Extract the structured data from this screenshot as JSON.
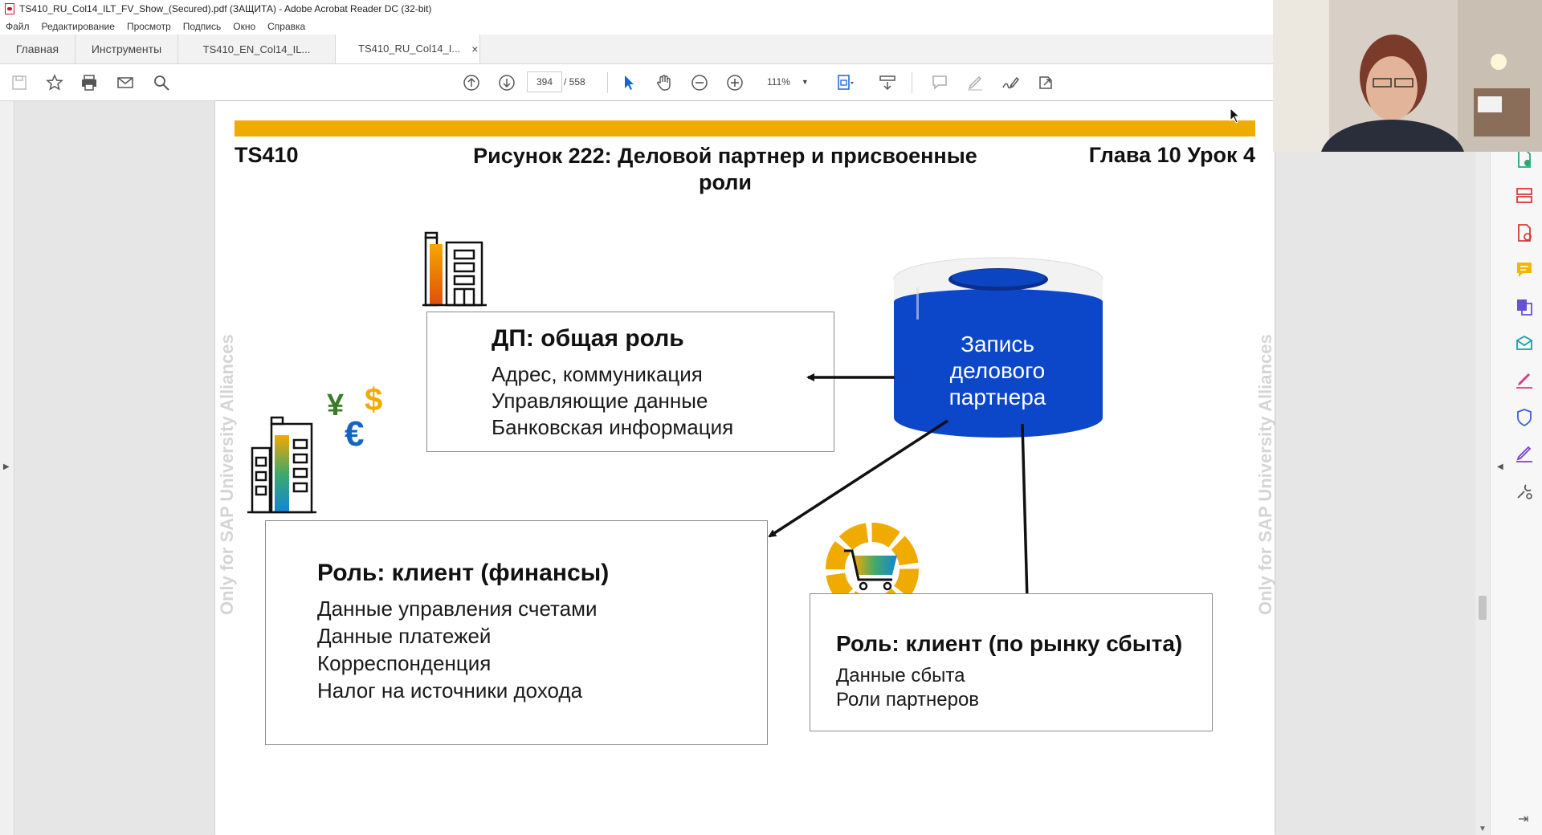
{
  "window": {
    "title": "TS410_RU_Col14_ILT_FV_Show_(Secured).pdf (ЗАЩИТА) - Adobe Acrobat Reader DC (32-bit)"
  },
  "menu": [
    "Файл",
    "Редактирование",
    "Просмотр",
    "Подпись",
    "Окно",
    "Справка"
  ],
  "tabs": [
    {
      "label": "Главная"
    },
    {
      "label": "Инструменты"
    },
    {
      "label": "TS410_EN_Col14_IL..."
    },
    {
      "label": "TS410_RU_Col14_I...",
      "active": true,
      "close": "×"
    }
  ],
  "toolbar": {
    "page_current": "394",
    "page_total": "/ 558",
    "zoom": "111%"
  },
  "slide": {
    "header_left": "TS410",
    "header_title_line1": "Рисунок 222: Деловой партнер и присвоенные",
    "header_title_line2": "роли",
    "header_right": "Глава 10 Урок 4",
    "watermark": "Only for SAP University Alliances",
    "database_label": [
      "Запись",
      "делового",
      "партнера"
    ],
    "box_general": {
      "title": "ДП: общая роль",
      "lines": [
        "Адрес, коммуникация",
        "Управляющие данные",
        "Банковская информация"
      ]
    },
    "box_finance": {
      "title": "Роль: клиент (финансы)",
      "lines": [
        "Данные управления счетами",
        "Данные платежей",
        "Корреспонденция",
        "Налог на источники дохода"
      ]
    },
    "box_sales": {
      "title": "Роль: клиент (по рынку сбыта)",
      "lines": [
        "Данные сбыта",
        "Роли партнеров"
      ]
    },
    "currency_symbols": {
      "yen": "¥",
      "dollar": "$",
      "euro": "€"
    }
  },
  "colors": {
    "sap_gold": "#f0ab00",
    "db_blue": "#0b47c8",
    "db_top": "#0a2f8c"
  },
  "icons": {
    "toolbar": [
      "save-icon",
      "bookmark-star-icon",
      "print-icon",
      "email-icon",
      "search-icon",
      "page-up-icon",
      "page-down-icon",
      "select-arrow-icon",
      "hand-icon",
      "zoom-out-icon",
      "zoom-in-icon",
      "fit-page-icon",
      "scroll-mode-icon",
      "comment-icon",
      "highlight-icon",
      "sign-icon",
      "share-icon"
    ],
    "right_panel": [
      "export-pdf-icon",
      "organize-pages-icon",
      "edit-pdf-icon",
      "comment-icon",
      "combine-files-icon",
      "send-for-review-icon",
      "fill-sign-icon",
      "protect-icon",
      "certificates-icon",
      "more-tools-icon"
    ]
  }
}
